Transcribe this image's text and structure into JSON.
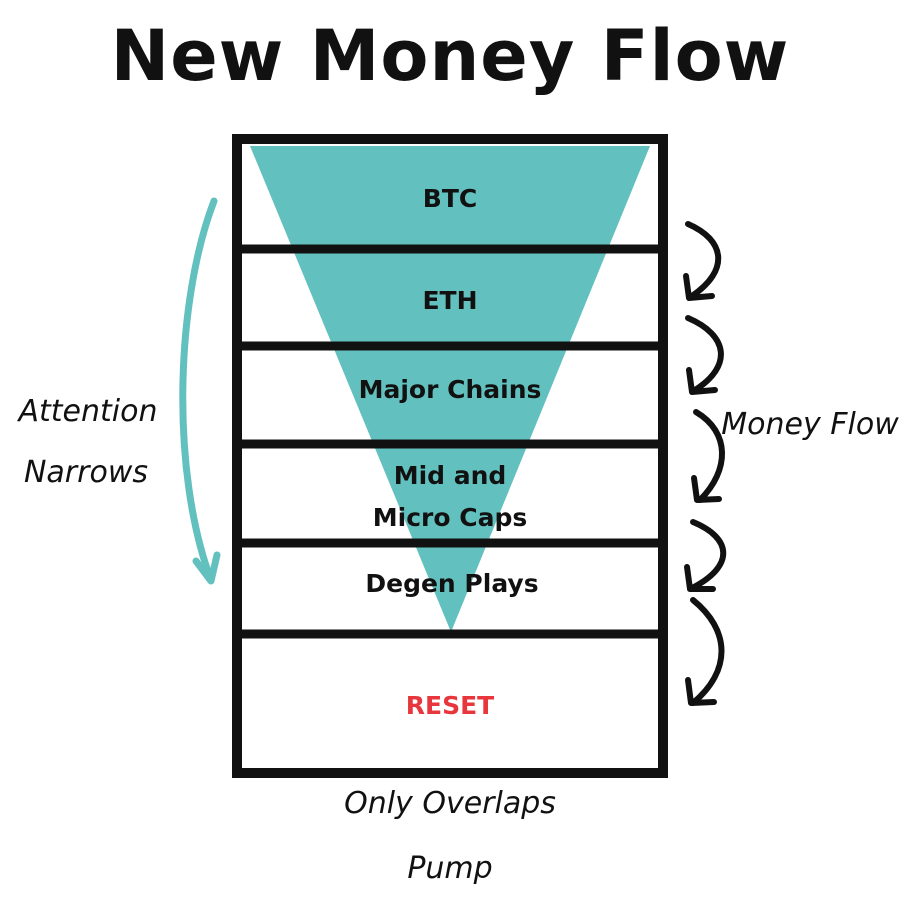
{
  "title": "New Money Flow",
  "levels": [
    {
      "label": "BTC"
    },
    {
      "label": "ETH"
    },
    {
      "label": "Major Chains"
    },
    {
      "label_lines": [
        "Mid and",
        "Micro Caps"
      ]
    },
    {
      "label": "Degen Plays"
    },
    {
      "label": "RESET"
    }
  ],
  "left_annotation": [
    "Attention",
    "Narrows"
  ],
  "right_annotation": "Money Flow",
  "bottom_annotation": [
    "Only Overlaps",
    "Pump"
  ],
  "colors": {
    "funnel": "#62c1be",
    "border": "#111111",
    "reset_text": "#e8363d",
    "attention_arrow": "#62c1be"
  }
}
